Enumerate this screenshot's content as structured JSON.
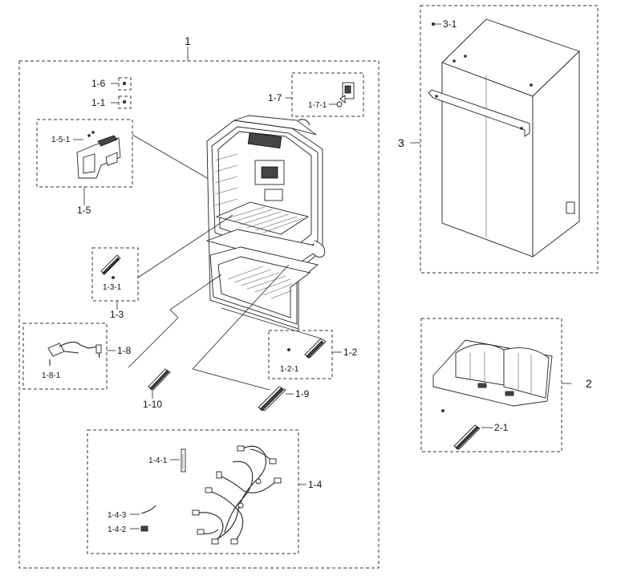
{
  "labels": {
    "l1": "1",
    "l1_6": "1-6",
    "l1_1": "1-1",
    "l1_7": "1-7",
    "l1_7_1": "1-7-1",
    "l1_5_1": "1-5-1",
    "l1_5": "1-5",
    "l1_3_1": "1-3-1",
    "l1_3": "1-3",
    "l1_8": "1-8",
    "l1_8_1": "1-8-1",
    "l1_10": "1-10",
    "l1_9": "1-9",
    "l1_2": "1-2",
    "l1_2_1": "1-2-1",
    "l1_4_1": "1-4-1",
    "l1_4": "1-4",
    "l1_4_3": "1-4-3",
    "l1_4_2": "1-4-2",
    "l3_1": "3-1",
    "l3": "3",
    "l2": "2",
    "l2_1": "2-1"
  }
}
